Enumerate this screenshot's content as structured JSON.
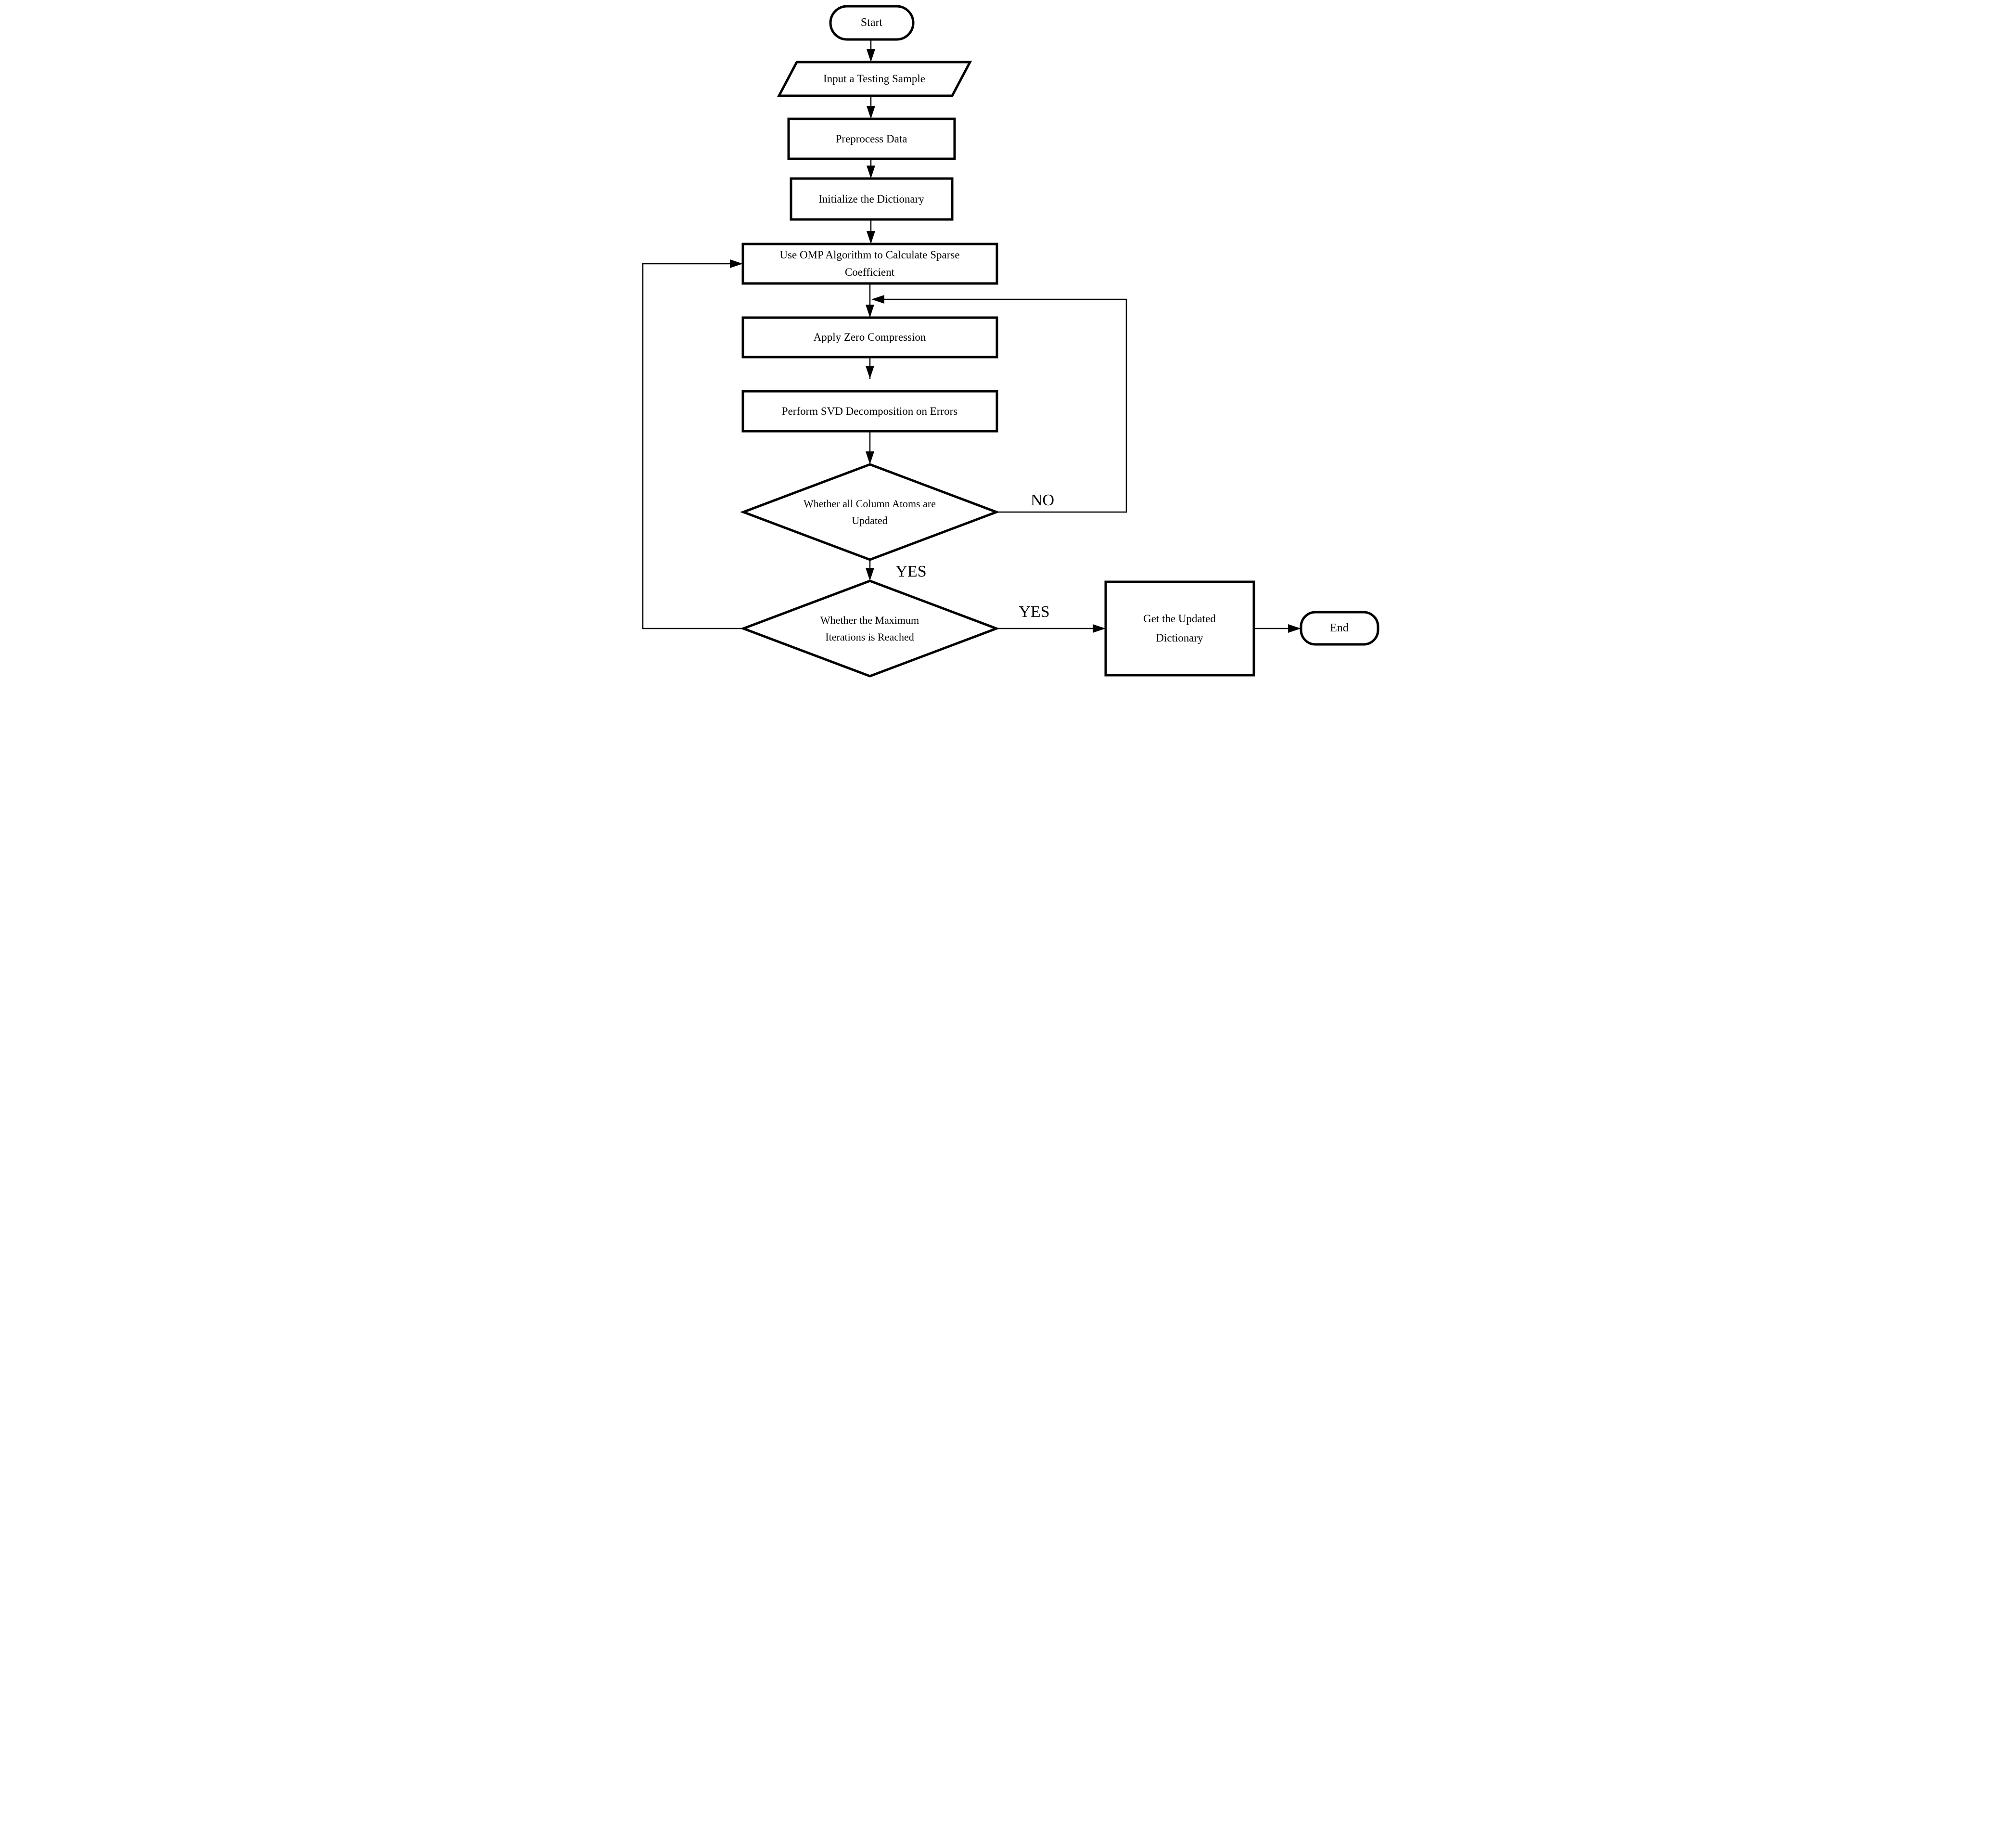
{
  "diagram": {
    "type": "flowchart",
    "background_color": "#ffffff",
    "stroke_color": "#000000",
    "fill_color": "#ffffff"
  },
  "nodes": {
    "start": {
      "label": "Start",
      "shape": "terminator"
    },
    "input": {
      "label": "Input a Testing Sample",
      "shape": "parallelogram"
    },
    "preprocess": {
      "label": "Preprocess Data",
      "shape": "process"
    },
    "initialize": {
      "label": "Initialize the Dictionary",
      "shape": "process"
    },
    "omp": {
      "label": "Use OMP Algorithm to Calculate Sparse Coefficient",
      "shape": "process"
    },
    "zero_compression": {
      "label": "Apply Zero Compression",
      "shape": "process"
    },
    "svd": {
      "label": "Perform SVD Decomposition on Errors",
      "shape": "process"
    },
    "atoms_updated": {
      "label": "Whether all Column Atoms are Updated",
      "shape": "decision"
    },
    "max_iterations": {
      "label": "Whether the Maximum Iterations is Reached",
      "shape": "decision"
    },
    "updated_dictionary": {
      "label": "Get the Updated Dictionary",
      "shape": "process"
    },
    "end": {
      "label": "End",
      "shape": "terminator"
    }
  },
  "edges": [
    {
      "from": "start",
      "to": "input",
      "label": ""
    },
    {
      "from": "input",
      "to": "preprocess",
      "label": ""
    },
    {
      "from": "preprocess",
      "to": "initialize",
      "label": ""
    },
    {
      "from": "initialize",
      "to": "omp",
      "label": ""
    },
    {
      "from": "omp",
      "to": "zero_compression",
      "label": ""
    },
    {
      "from": "zero_compression",
      "to": "svd",
      "label": ""
    },
    {
      "from": "svd",
      "to": "atoms_updated",
      "label": ""
    },
    {
      "from": "atoms_updated",
      "to": "zero_compression",
      "label": "NO"
    },
    {
      "from": "atoms_updated",
      "to": "max_iterations",
      "label": "YES"
    },
    {
      "from": "max_iterations",
      "to": "omp",
      "label": ""
    },
    {
      "from": "max_iterations",
      "to": "updated_dictionary",
      "label": "YES"
    },
    {
      "from": "updated_dictionary",
      "to": "end",
      "label": ""
    }
  ]
}
